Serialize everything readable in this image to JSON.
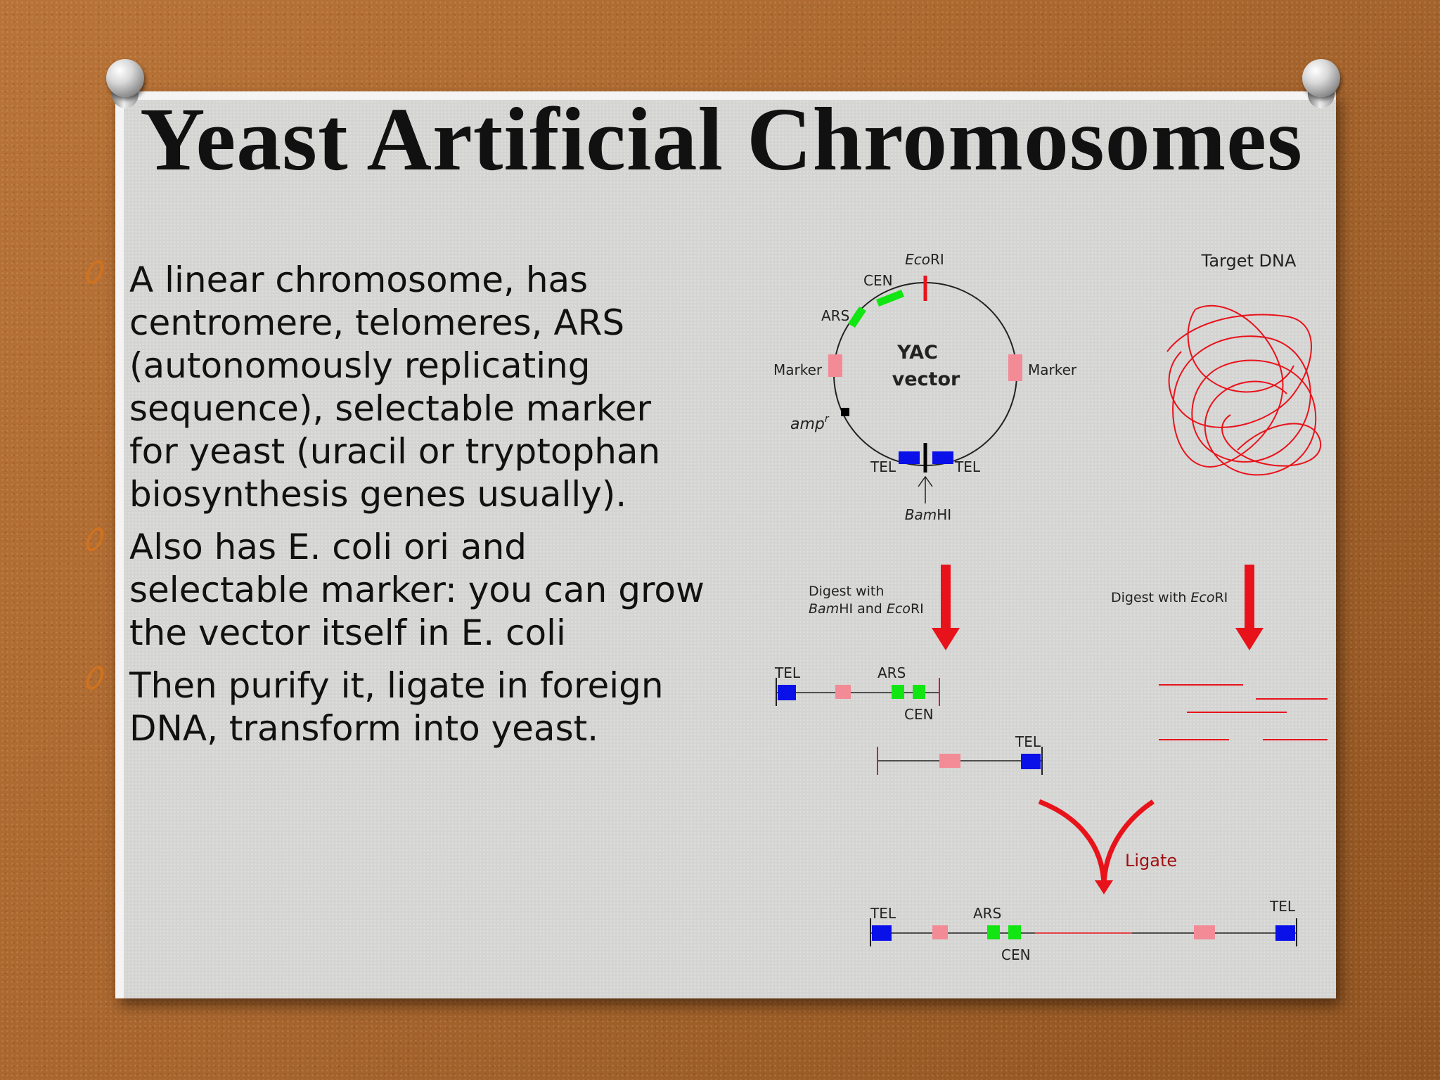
{
  "title": "Yeast Artificial Chromosomes",
  "bullets": [
    "A linear chromosome, has centromere, telomeres, ARS (autonomously replicating sequence), selectable marker for yeast (uracil or tryptophan biosynthesis genes usually).",
    "Also has E. coli ori and selectable marker:  you can grow the vector itself in E. coli",
    "Then purify it, ligate in foreign DNA, transform into yeast."
  ],
  "diagram": {
    "vector_title_line1": "YAC",
    "vector_title_line2": "vector",
    "ecori_prefix": "Eco",
    "ecori_suffix": "RI",
    "bamhi_prefix": "Bam",
    "bamhi_suffix": "HI",
    "cen": "CEN",
    "ars": "ARS",
    "marker": "Marker",
    "amp_prefix": "amp",
    "amp_sup": "r",
    "tel": "TEL",
    "target_dna": "Target DNA",
    "digest_left_line1": "Digest with",
    "digest_left_line2_and": " and ",
    "digest_right": "Digest with ",
    "ligate": "Ligate",
    "colors": {
      "tel": "#0a10e8",
      "ars_cen": "#12e612",
      "marker": "#f28b96",
      "red": "#e8131a",
      "dark_red": "#a01010"
    }
  }
}
